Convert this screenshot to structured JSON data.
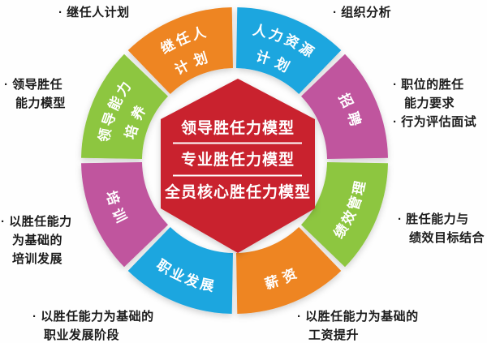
{
  "colors": {
    "orange": "#EE8521",
    "blue": "#1BA6DF",
    "magenta": "#C0549E",
    "green": "#8DC63F",
    "red": "#C9202E"
  },
  "wheel": {
    "segments": [
      {
        "id": "hr-planning",
        "lines": [
          "人力资源",
          "计划"
        ],
        "color": "blue"
      },
      {
        "id": "recruitment",
        "lines": [
          "招聘"
        ],
        "color": "magenta"
      },
      {
        "id": "performance-management",
        "lines": [
          "绩效管理"
        ],
        "color": "green"
      },
      {
        "id": "salary",
        "lines": [
          "薪资"
        ],
        "color": "orange"
      },
      {
        "id": "career-development",
        "lines": [
          "职业发展"
        ],
        "color": "blue"
      },
      {
        "id": "training",
        "lines": [
          "培训"
        ],
        "color": "magenta"
      },
      {
        "id": "leadership-development",
        "lines": [
          "领导能力",
          "培养"
        ],
        "color": "green"
      },
      {
        "id": "succession-planning",
        "lines": [
          "继任人",
          "计划"
        ],
        "color": "orange"
      }
    ]
  },
  "center": {
    "lines": [
      "领导胜任力模型",
      "专业胜任力模型",
      "全员核心胜任力模型"
    ]
  },
  "callouts": [
    {
      "id": "succession-planning",
      "lines": [
        "· 继任人计划"
      ]
    },
    {
      "id": "organization-analysis",
      "lines": [
        "· 组织分析"
      ]
    },
    {
      "id": "recruitment",
      "lines": [
        "· 职位的胜任",
        "能力要求",
        "· 行为评估面试"
      ]
    },
    {
      "id": "performance-management",
      "lines": [
        "· 胜任能力与",
        "绩效目标结合"
      ]
    },
    {
      "id": "salary",
      "lines": [
        "· 以胜任能力为基础的",
        "工资提升"
      ]
    },
    {
      "id": "career-development",
      "lines": [
        "· 以胜任能力为基础的",
        "职业发展阶段"
      ]
    },
    {
      "id": "training",
      "lines": [
        "· 以胜任能力",
        "为基础的",
        "培训发展"
      ]
    },
    {
      "id": "leadership-development",
      "lines": [
        "· 领导胜任",
        "能力模型"
      ]
    }
  ]
}
